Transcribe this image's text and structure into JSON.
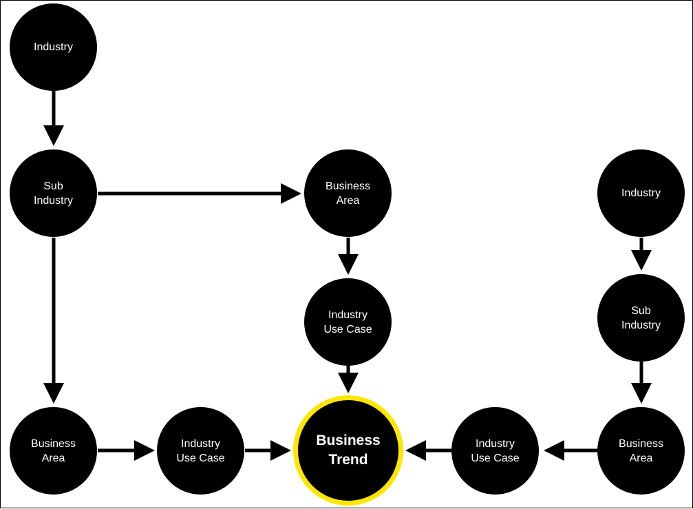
{
  "diagram": {
    "nodes": [
      {
        "id": "n1",
        "label": "Industry"
      },
      {
        "id": "n2",
        "label": "Sub\nIndustry"
      },
      {
        "id": "n3",
        "label": "Business\nArea"
      },
      {
        "id": "n4",
        "label": "Industry\nUse Case"
      },
      {
        "id": "n5",
        "label": "Business\nArea"
      },
      {
        "id": "n6",
        "label": "Industry\nUse Case"
      },
      {
        "id": "n7",
        "label": "Business\nTrend"
      },
      {
        "id": "n8",
        "label": "Industry\nUse Case"
      },
      {
        "id": "n9",
        "label": "Business\nArea"
      },
      {
        "id": "n10",
        "label": "Sub\nIndustry"
      },
      {
        "id": "n11",
        "label": "Industry"
      }
    ],
    "edges": [
      {
        "from": "n1",
        "to": "n2"
      },
      {
        "from": "n2",
        "to": "n3"
      },
      {
        "from": "n2",
        "to": "n5"
      },
      {
        "from": "n3",
        "to": "n4"
      },
      {
        "from": "n4",
        "to": "n7"
      },
      {
        "from": "n5",
        "to": "n6"
      },
      {
        "from": "n6",
        "to": "n7"
      },
      {
        "from": "n11",
        "to": "n10"
      },
      {
        "from": "n10",
        "to": "n9"
      },
      {
        "from": "n9",
        "to": "n8"
      },
      {
        "from": "n8",
        "to": "n7"
      }
    ],
    "colors": {
      "node_fill": "#000000",
      "node_text": "#FFFFFF",
      "focus_ring": "#FFE600",
      "edge": "#000000"
    }
  }
}
